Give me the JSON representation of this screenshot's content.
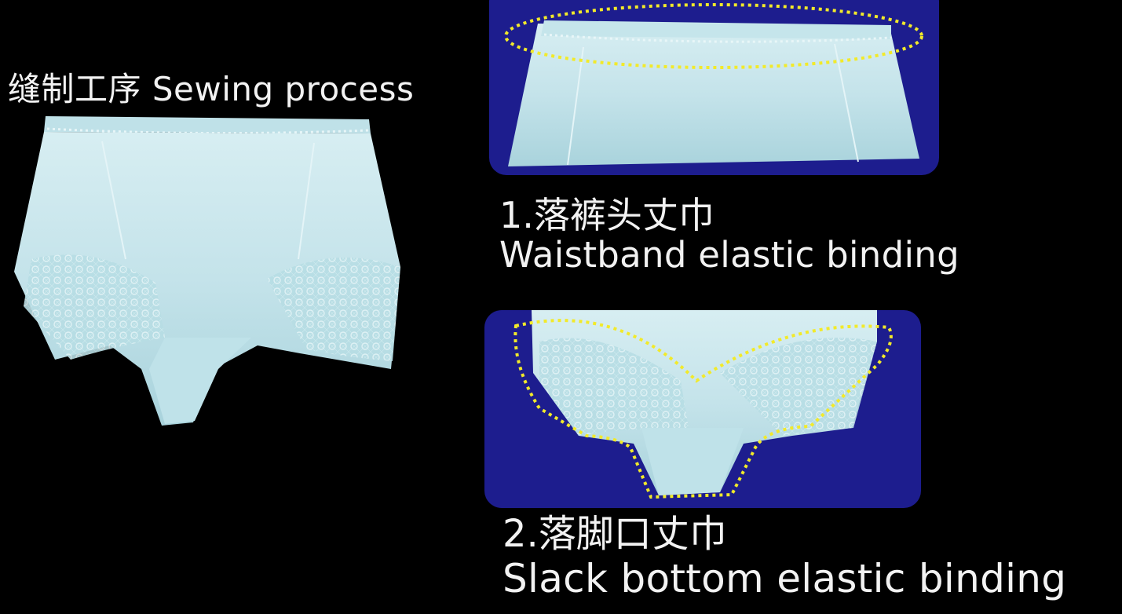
{
  "header": {
    "title": "缝制工序 Sewing process"
  },
  "steps": [
    {
      "title_cn": "1.落裤头丈巾",
      "title_en": "Waistband elastic binding"
    },
    {
      "title_cn": "2.落脚口丈巾",
      "title_en": "Slack bottom elastic binding"
    }
  ],
  "colors": {
    "background": "#000000",
    "panel_blue": "#1d1d8e",
    "fabric": "#c9e6ec",
    "highlight_dots": "#f2ea2a",
    "text": "#f2f2f2"
  }
}
